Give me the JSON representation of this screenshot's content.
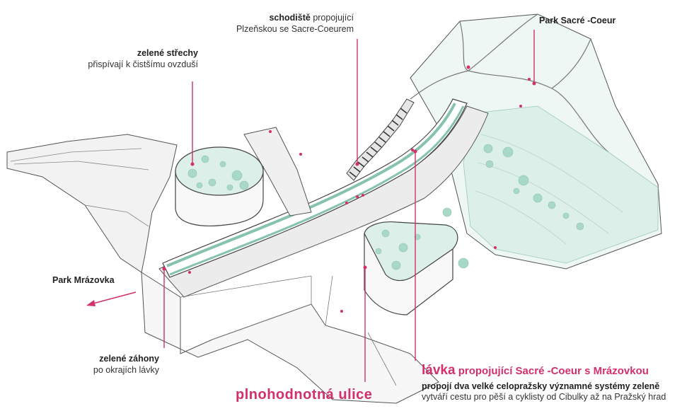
{
  "labels": {
    "zelene_strechy": {
      "bold": "zelené střechy",
      "line2": "přispívají k čistšímu ovzduší"
    },
    "schodiste": {
      "bold": "schodiště",
      "rest": " propojující",
      "line2": "Plzeňskou se Sacre-Coeurem"
    },
    "park_sacre_coeur": "Park Sacré -Coeur",
    "park_mrazovka": "Park Mrázovka",
    "zelene_zahony": {
      "bold": "zelené záhony",
      "line2": "po okrajích lávky"
    },
    "plnohodnotna_ulice": "plnohodnotná ulice",
    "lavka": {
      "word": "lávka",
      "rest": " propojující Sacré -Coeur s Mrázovkou",
      "line2": "propojí dva velké celopražsky významné systémy zeleně",
      "line3": "vytváří cestu pro pěší a cyklisty od Cibulky až na Pražský hrad"
    }
  },
  "colors": {
    "accent": "#d1306b",
    "green_fill": "#dcefe8",
    "green_dot": "#a8d8c6",
    "line": "#555555"
  }
}
